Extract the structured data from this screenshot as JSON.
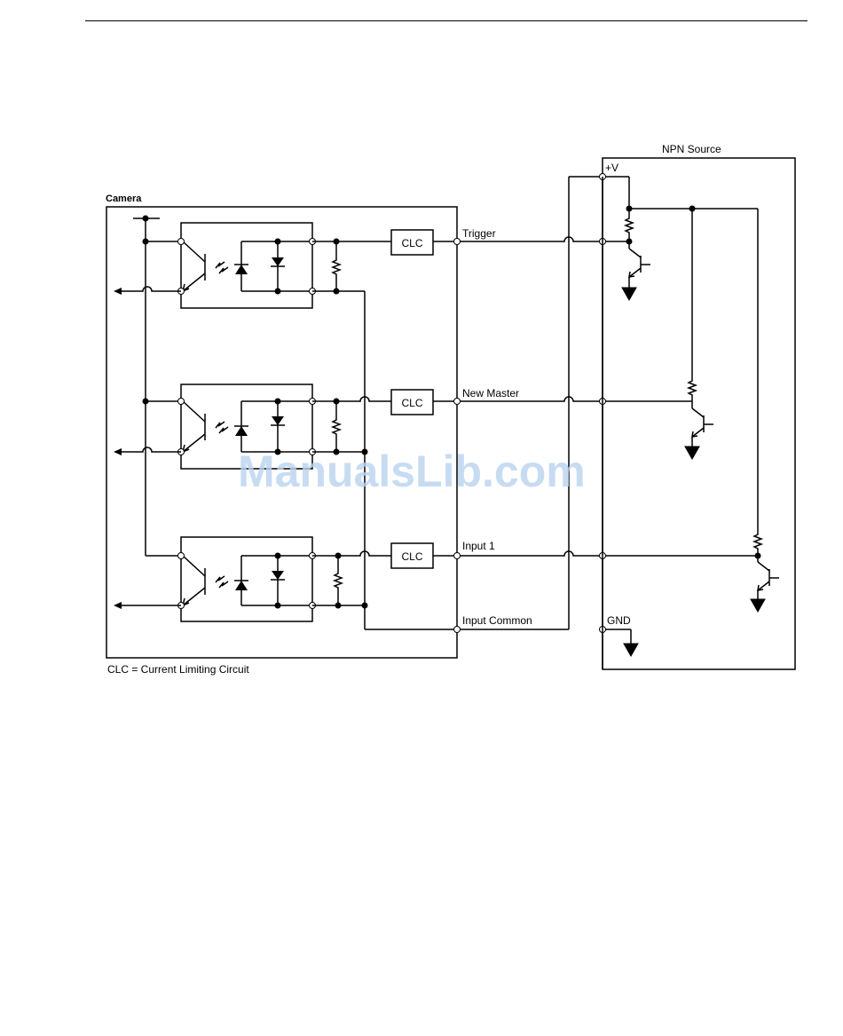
{
  "diagram": {
    "camera_label": "Camera",
    "source_label": "NPN Source",
    "supply_label": "+V",
    "gnd_label": "GND",
    "clc_label": "CLC",
    "signals": {
      "trigger": "Trigger",
      "new_master": "New Master",
      "input1": "Input 1",
      "input_common": "Input Common"
    },
    "legend": "CLC = Current Limiting Circuit"
  },
  "watermark": "ManualsLib.com"
}
